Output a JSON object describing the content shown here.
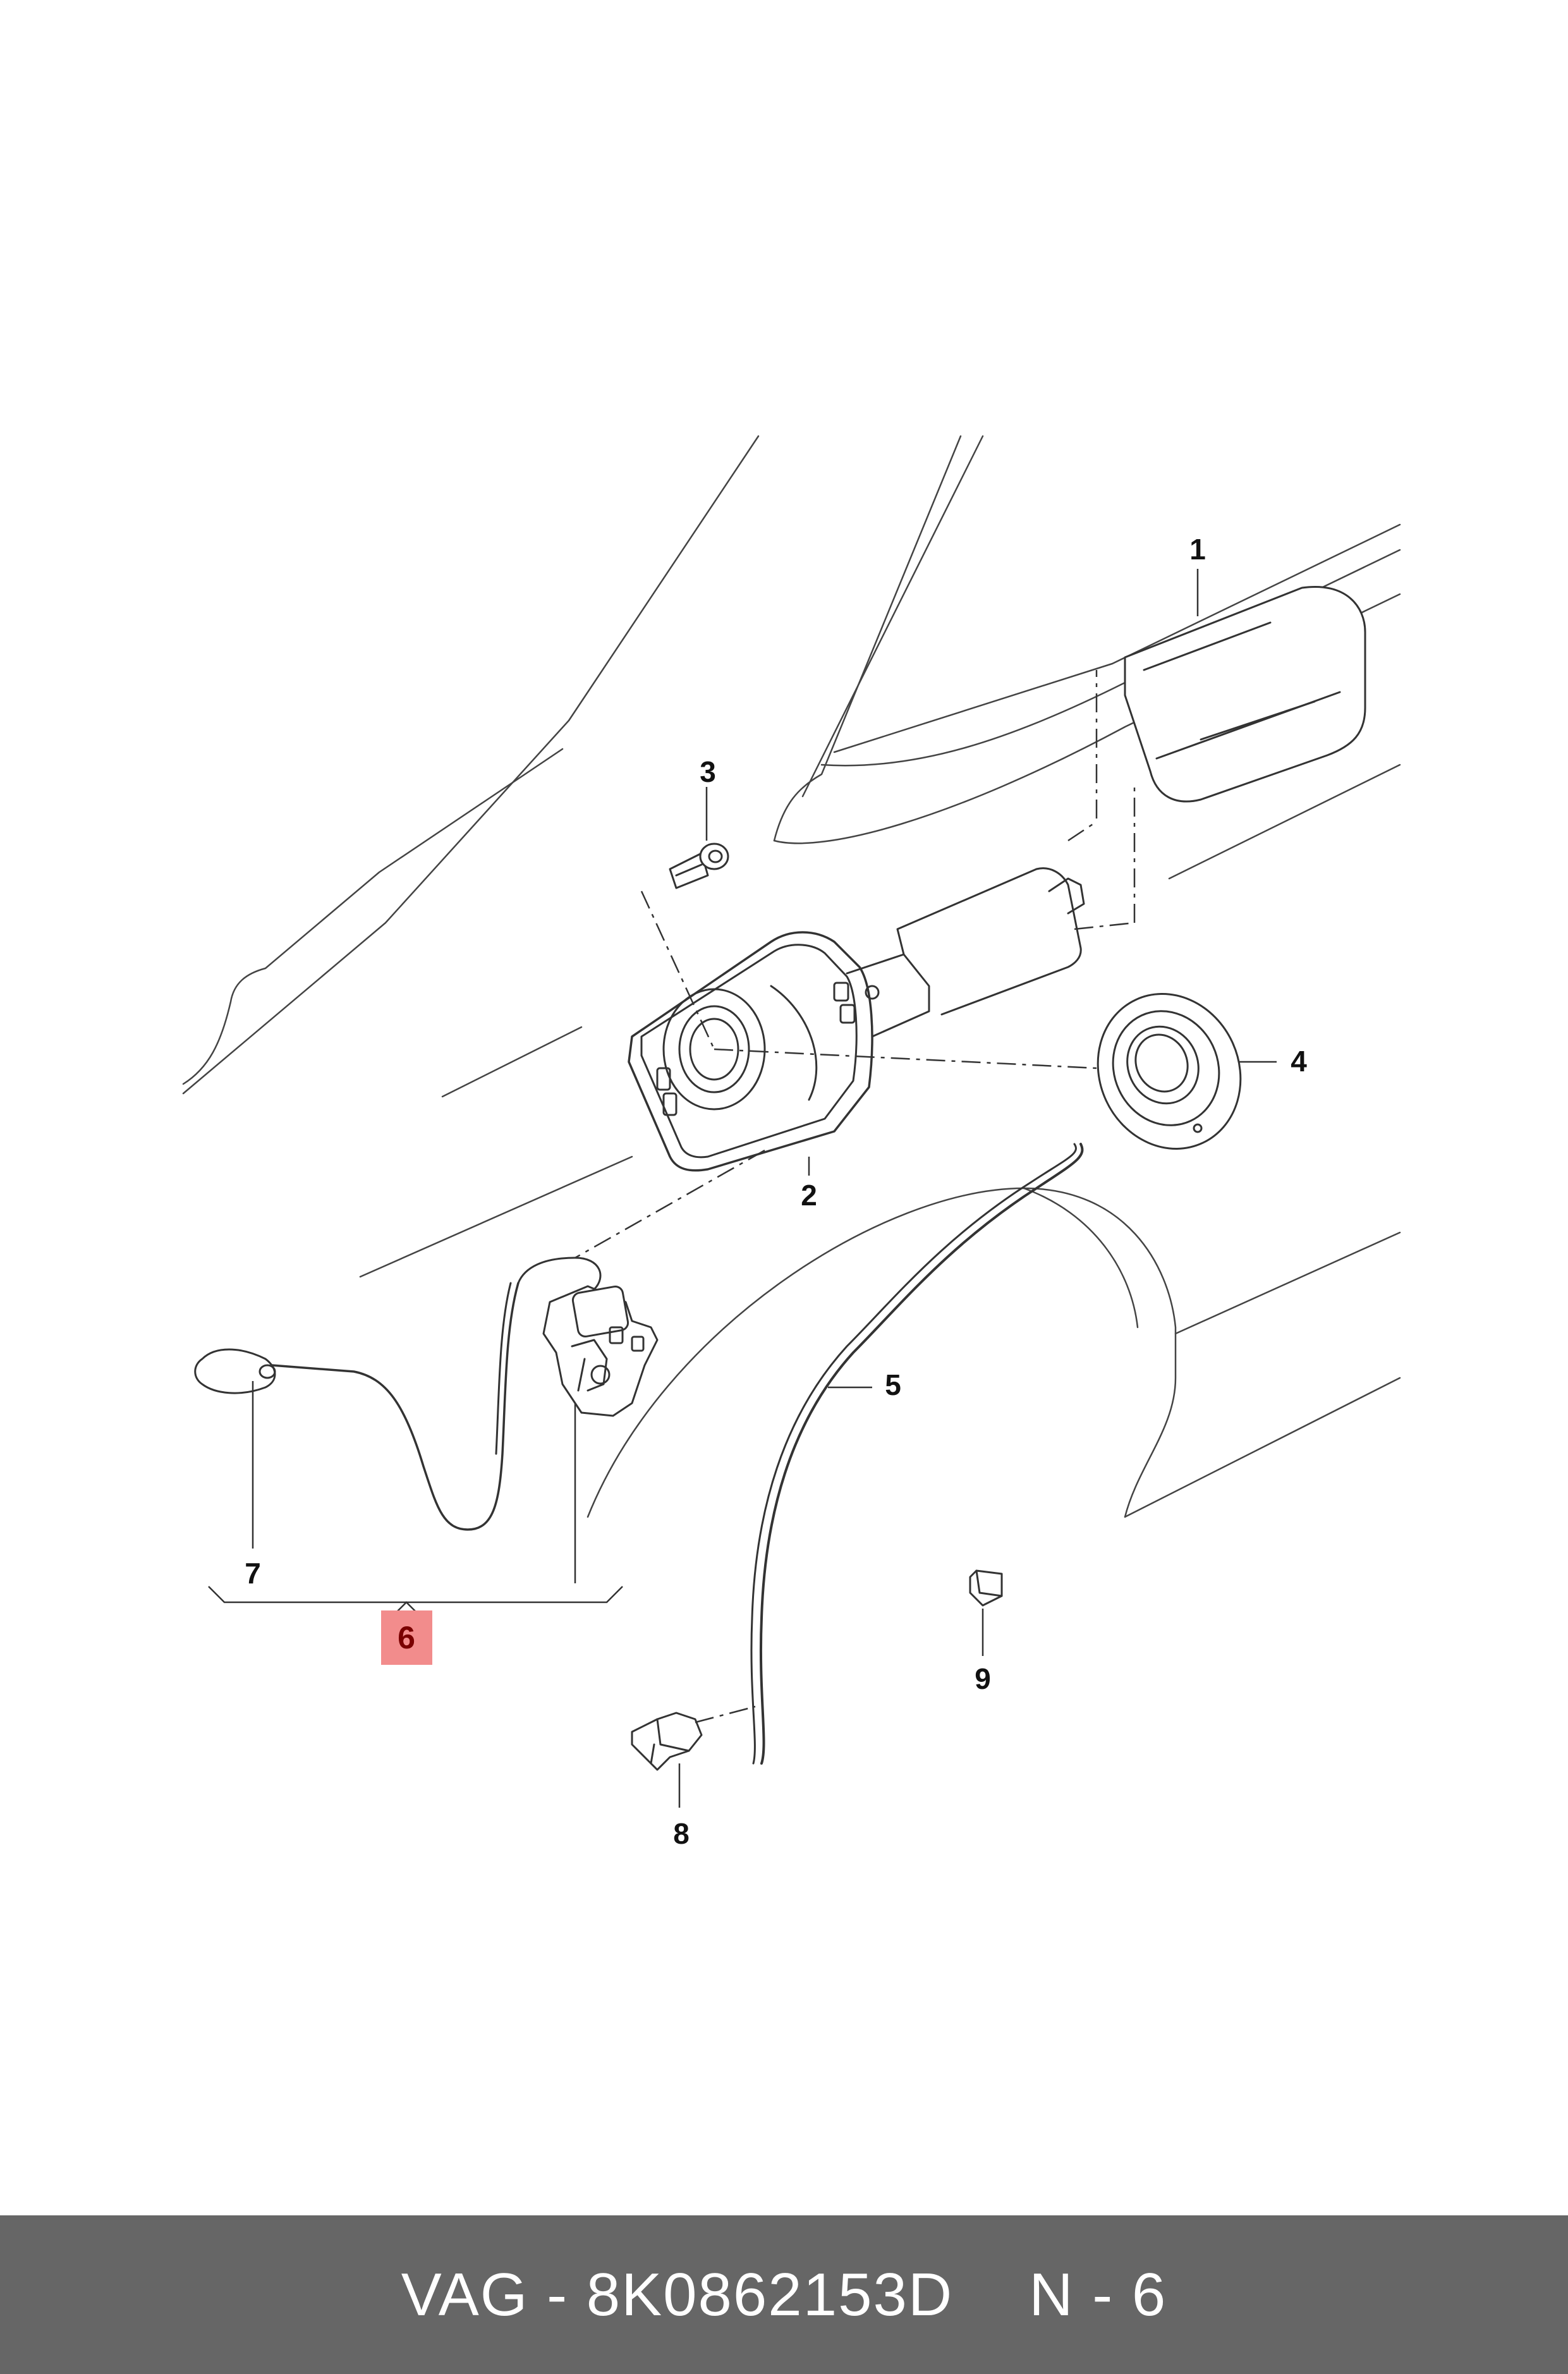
{
  "callouts": {
    "c1": "1",
    "c2": "2",
    "c3": "3",
    "c4": "4",
    "c5": "5",
    "c6": "6",
    "c7": "7",
    "c8": "8",
    "c9": "9"
  },
  "highlight_color": "#f28c8c",
  "footer": {
    "part_code": "VAG - 8K0862153D",
    "position": "N - 6"
  }
}
